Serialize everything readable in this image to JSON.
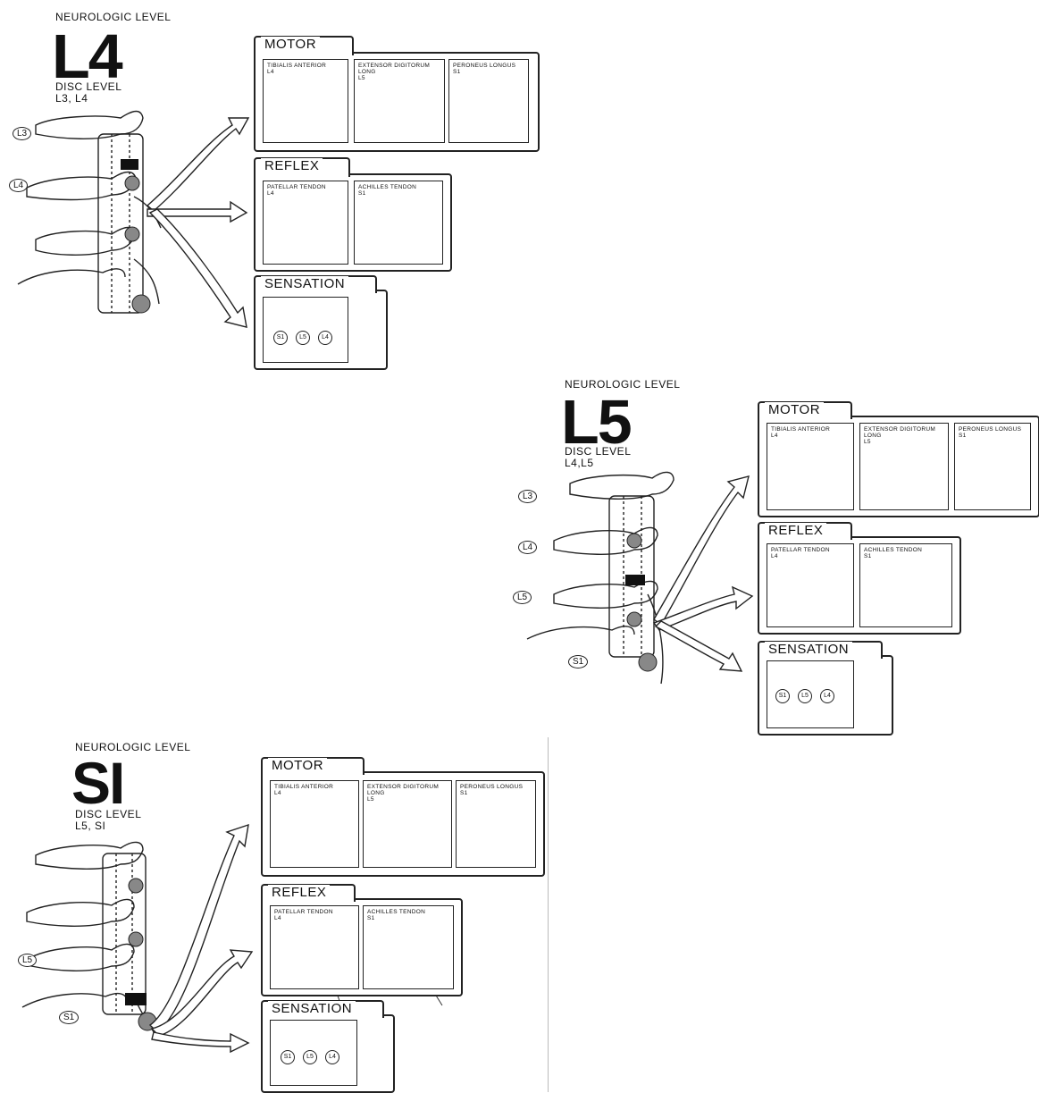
{
  "panels": [
    {
      "id": "L4",
      "header": "NEUROLOGIC LEVEL",
      "level": "L4",
      "disc_level_label": "DISC LEVEL",
      "disc_level_value": "L3, L4",
      "vertebra_labels": [
        "L3",
        "L4"
      ],
      "motor": {
        "title": "MOTOR",
        "muscles": [
          {
            "name": "TIBIALIS ANTERIOR",
            "root": "L4"
          },
          {
            "name": "EXTENSOR DIGITORUM LONG",
            "root": "L5"
          },
          {
            "name": "PERONEUS LONGUS",
            "root": "S1"
          }
        ]
      },
      "reflex": {
        "title": "REFLEX",
        "tests": [
          {
            "name": "PATELLAR TENDON",
            "root": "L4"
          },
          {
            "name": "ACHILLES TENDON",
            "root": "S1"
          }
        ]
      },
      "sensation": {
        "title": "SENSATION",
        "dermatomes": [
          "S1",
          "L5",
          "L4"
        ]
      }
    },
    {
      "id": "L5",
      "header": "NEUROLOGIC LEVEL",
      "level": "L5",
      "disc_level_label": "DISC LEVEL",
      "disc_level_value": "L4,L5",
      "vertebra_labels": [
        "L3",
        "L4",
        "L5",
        "S1"
      ],
      "motor": {
        "title": "MOTOR",
        "muscles": [
          {
            "name": "TIBIALIS ANTERIOR",
            "root": "L4"
          },
          {
            "name": "EXTENSOR DIGITORUM LONG",
            "root": "L5"
          },
          {
            "name": "PERONEUS LONGUS",
            "root": "S1"
          }
        ]
      },
      "reflex": {
        "title": "REFLEX",
        "tests": [
          {
            "name": "PATELLAR TENDON",
            "root": "L4"
          },
          {
            "name": "ACHILLES TENDON",
            "root": "S1"
          }
        ]
      },
      "sensation": {
        "title": "SENSATION",
        "dermatomes": [
          "S1",
          "L5",
          "L4"
        ]
      }
    },
    {
      "id": "S1",
      "header": "NEUROLOGIC LEVEL",
      "level": "SI",
      "disc_level_label": "DISC LEVEL",
      "disc_level_value": "L5, SI",
      "vertebra_labels": [
        "L5",
        "S1"
      ],
      "motor": {
        "title": "MOTOR",
        "muscles": [
          {
            "name": "TIBIALIS ANTERIOR",
            "root": "L4"
          },
          {
            "name": "EXTENSOR DIGITORUM LONG",
            "root": "L5"
          },
          {
            "name": "PERONEUS LONGUS",
            "root": "S1"
          }
        ]
      },
      "reflex": {
        "title": "REFLEX",
        "tests": [
          {
            "name": "PATELLAR TENDON",
            "root": "L4"
          },
          {
            "name": "ACHILLES TENDON",
            "root": "S1"
          }
        ]
      },
      "sensation": {
        "title": "SENSATION",
        "dermatomes": [
          "S1",
          "L5",
          "L4"
        ]
      }
    }
  ]
}
